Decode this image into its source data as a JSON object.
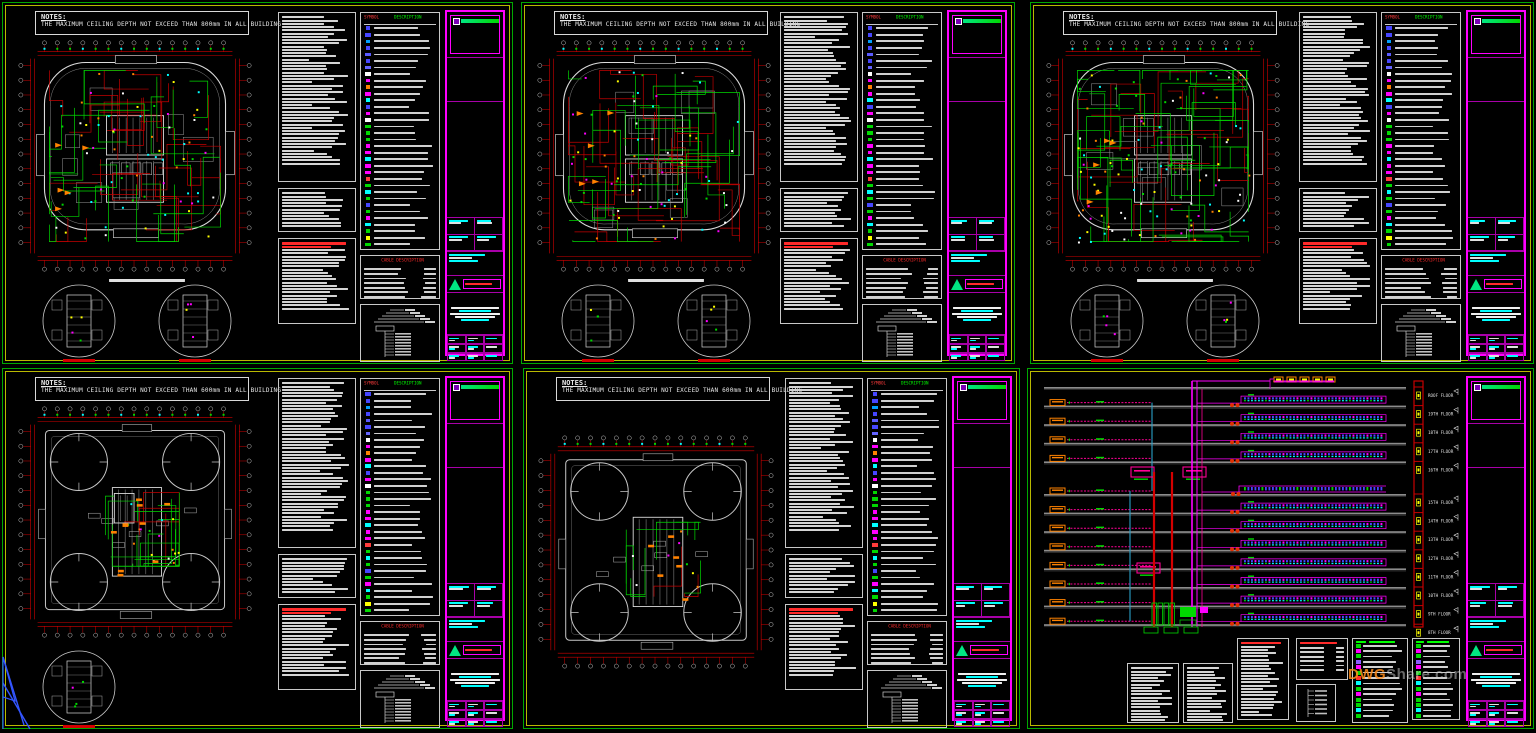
{
  "viewport": {
    "description": "CAD drawing set, 6 electrical sheets",
    "background": "#000000"
  },
  "watermark": {
    "dwg": "DWG",
    "rest": "Share.com"
  },
  "palette": {
    "frame_green": "#00A800",
    "frame_yellow": "#B9B900",
    "magenta": "#FF00FF",
    "magenta_dim": "#A800A8",
    "cyan": "#00FFFF",
    "red": "#D40000",
    "bright_red": "#FF2A2A",
    "wire_green": "#00D800",
    "white": "#E6E6E6",
    "orange": "#FF8200",
    "yellow": "#FFFF00",
    "gray": "#8C8C8C",
    "blue": "#4646FF",
    "pink": "#FF0096",
    "teal": "#00E682",
    "ucs_blue": "#3355FF"
  },
  "legend": {
    "symbol_header": "SYMBOL",
    "description_header": "DESCRIPTION",
    "symbol_header_color": "#FF3C3C",
    "description_header_color": "#00FF00",
    "row_colors": [
      "#4646FF",
      "#4646FF",
      "#00A0FF",
      "#4646FF",
      "#5A5AFF",
      "#4646FF",
      "#6464FF",
      "#FFFFFF",
      "#FF00FF",
      "#FF8200",
      "#FF00FF",
      "#00FFFF",
      "#4646FF",
      "#FF00FF",
      "#FFFFFF",
      "#00D800",
      "#00D800",
      "#00D800",
      "#FF00FF",
      "#FF00FF",
      "#00FFFF",
      "#FF00FF",
      "#FF00FF",
      "#FF3C3C",
      "#00D800",
      "#00FFFF",
      "#00D800",
      "#4646FF",
      "#00D800",
      "#FF00FF",
      "#00FFFF",
      "#00D800",
      "#FFFF00",
      "#00D800"
    ]
  },
  "cable_table": {
    "title": "CABLE DESCRIPTION",
    "title_color": "#FF2A2A",
    "row_count": 7
  },
  "sheets": [
    {
      "name": "typical-floor-plan-zone-1",
      "type": "floor",
      "seed": 101,
      "keyplans": 2,
      "notes_title": "NOTES:",
      "notes_line": "THE MAXIMUM CEILING DEPTH NOT EXCEED THAN 800mm IN ALL BUILDING"
    },
    {
      "name": "typical-floor-plan-zone-2",
      "type": "floor",
      "seed": 202,
      "keyplans": 2,
      "notes_title": "NOTES:",
      "notes_line": "THE MAXIMUM CEILING DEPTH NOT EXCEED THAN 800mm IN ALL BUILDING"
    },
    {
      "name": "typical-floor-plan-zone-3",
      "type": "floor-dense",
      "seed": 303,
      "keyplans": 2,
      "notes_title": "NOTES:",
      "notes_line": "THE MAXIMUM CEILING DEPTH NOT EXCEED THAN 800mm IN ALL BUILDING"
    },
    {
      "name": "roof-plan",
      "type": "roof",
      "seed": 404,
      "keyplans": 1,
      "notes_title": "NOTES:",
      "notes_line": "THE MAXIMUM CEILING DEPTH NOT EXCEED THAN 600mm IN ALL BUILDING"
    },
    {
      "name": "upper-roof-plan",
      "type": "roof-sparse",
      "seed": 505,
      "keyplans": 0,
      "notes_title": "NOTES:",
      "notes_line": "THE MAXIMUM CEILING DEPTH NOT EXCEED THAN 600mm IN ALL BUILDING"
    },
    {
      "name": "electrical-riser-diagram",
      "type": "riser",
      "seed": 606,
      "floors": [
        "ROOF FLOOR",
        "19TH FLOOR",
        "18TH FLOOR",
        "17TH FLOOR",
        "16TH FLOOR",
        "15TH FLOOR",
        "14TH FLOOR",
        "13TH FLOOR",
        "12TH FLOOR",
        "11TH FLOOR",
        "10TH FLOOR",
        "9TH FLOOR",
        "8TH FLOOR"
      ]
    }
  ]
}
